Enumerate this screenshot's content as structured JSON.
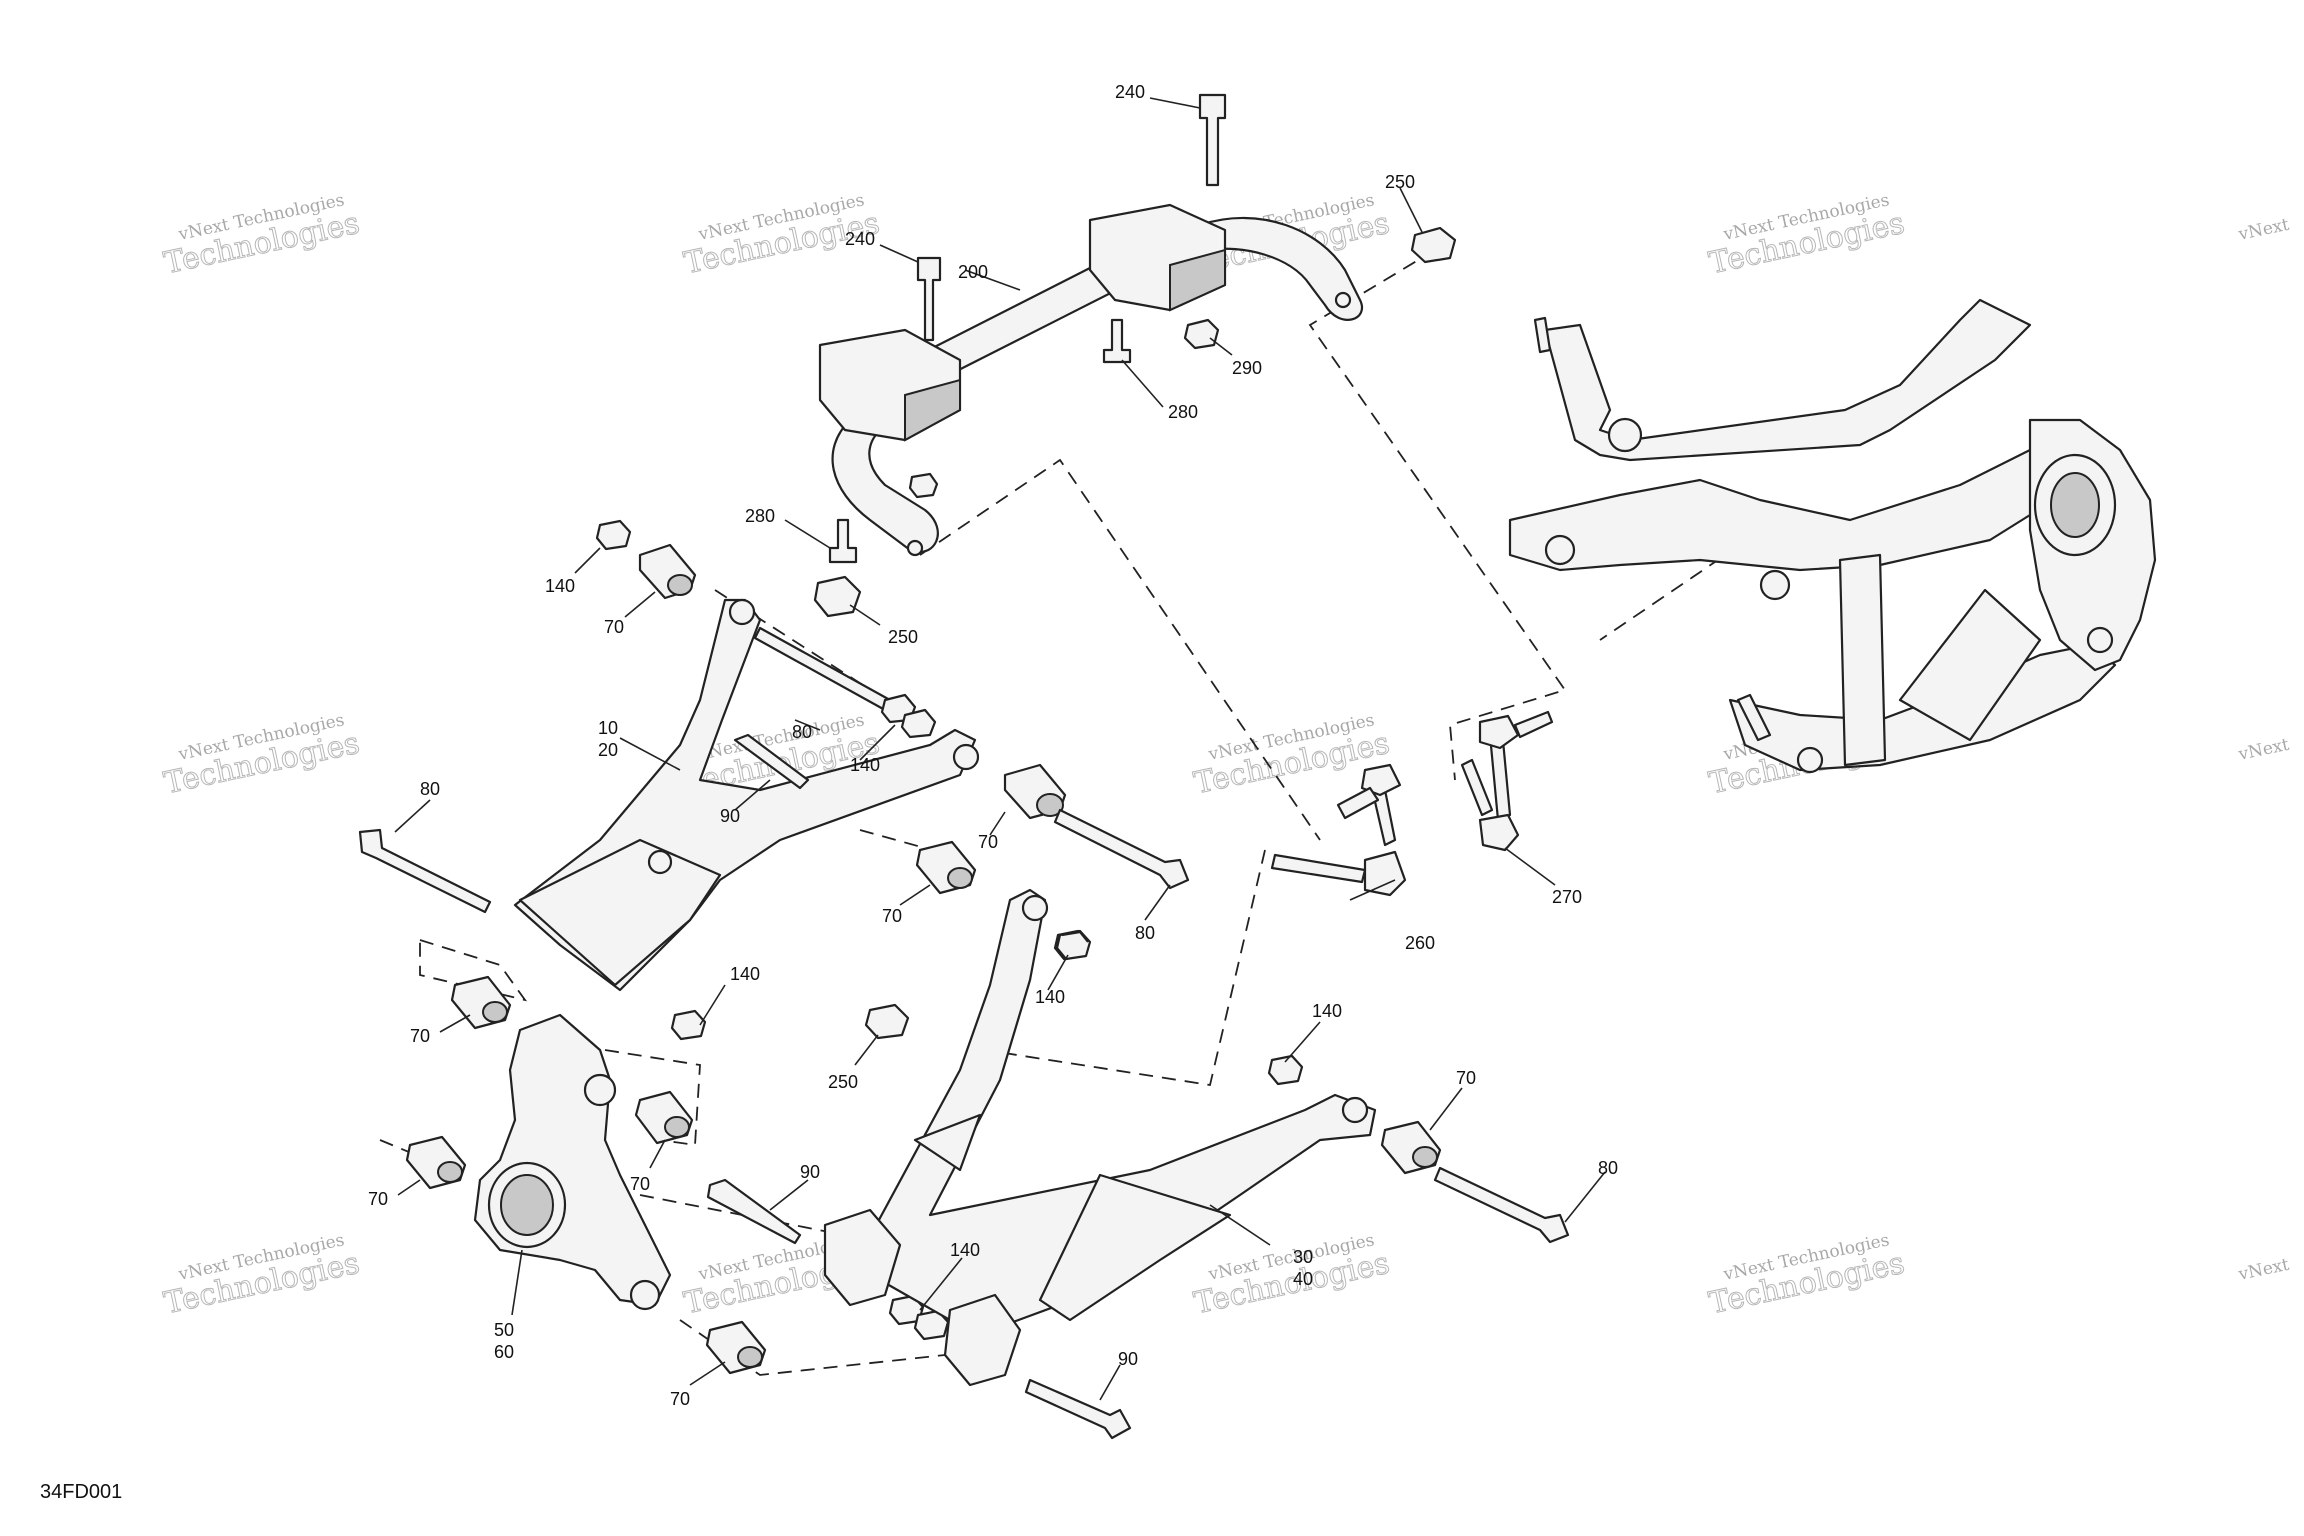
{
  "diagram_code": "34FD001",
  "watermark": {
    "line1": "vNext Technologies",
    "line2": "Technologies",
    "corner": "vNext"
  },
  "callouts": {
    "c240a": "240",
    "c240b": "240",
    "c250a": "250",
    "c200": "200",
    "c290": "290",
    "c280a": "280",
    "c280b": "280",
    "c250b": "250",
    "c140a": "140",
    "c70a": "70",
    "c10": "10",
    "c20": "20",
    "c80a": "80",
    "c80b": "80",
    "c140b": "140",
    "c90a": "90",
    "c70b": "70",
    "c70c": "70",
    "c80c": "80",
    "c140c": "140",
    "c140d": "140",
    "c250c": "250",
    "c70d": "70",
    "c70e": "70",
    "c70f": "70",
    "c90b": "90",
    "c50": "50",
    "c60": "60",
    "c140e": "140",
    "c70g": "70",
    "c90c": "90",
    "c30": "30",
    "c40": "40",
    "c140f": "140",
    "c70h": "70",
    "c80d": "80",
    "c260": "260",
    "c270": "270"
  }
}
